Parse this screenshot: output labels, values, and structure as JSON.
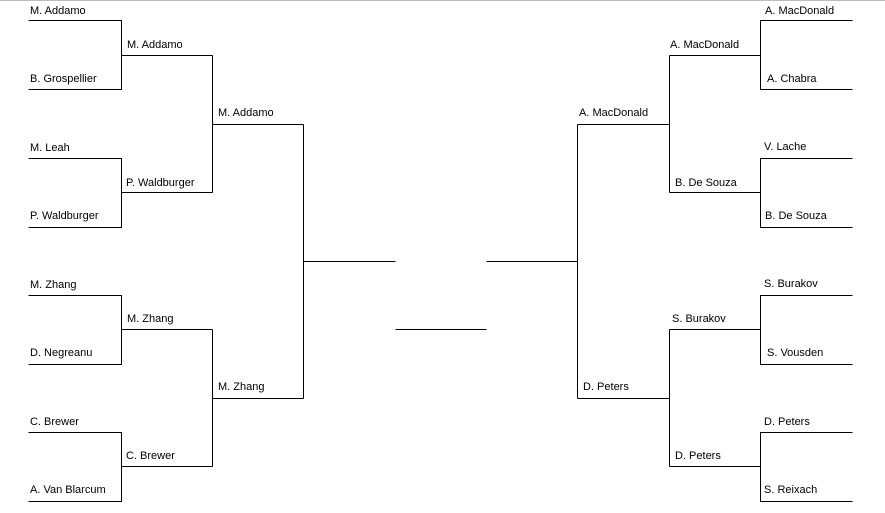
{
  "left": {
    "round1": [
      "M. Addamo",
      "B. Grospellier",
      "M. Leah",
      "P. Waldburger",
      "M. Zhang",
      "D. Negreanu",
      "C. Brewer",
      "A. Van Blarcum"
    ],
    "round2": [
      "M. Addamo",
      "P. Waldburger",
      "M. Zhang",
      "C. Brewer"
    ],
    "round3": [
      "M. Addamo",
      "M. Zhang"
    ]
  },
  "right": {
    "round1": [
      "A. MacDonald",
      "A. Chabra",
      "V. Lache",
      "B. De Souza",
      "S. Burakov",
      "S. Vousden",
      "D. Peters",
      "S. Reixach"
    ],
    "round2": [
      "A. MacDonald",
      "B. De Souza",
      "S. Burakov",
      "D. Peters"
    ],
    "round3": [
      "A. MacDonald",
      "D. Peters"
    ]
  },
  "final": {
    "left_finalist": "",
    "right_finalist": "",
    "champion": ""
  },
  "colors": {
    "line": "#000000",
    "text": "#000000",
    "background": "#ffffff"
  }
}
